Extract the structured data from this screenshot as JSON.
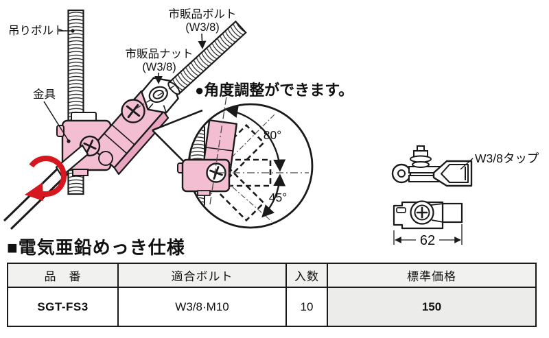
{
  "labels": {
    "hanging_bolt": "吊りボルト",
    "fitting": "金具",
    "nut_line1": "市販品ナット",
    "nut_line2": "(W3/8)",
    "bolt_line1": "市販品ボルト",
    "bolt_line2": "(W3/8)",
    "feature_note": "●角度調整ができます。",
    "angle_top": "80°",
    "angle_bottom": "45°",
    "tap_label": "W3/8タップ",
    "dimension_width": "62"
  },
  "section": {
    "title": "■電気亜鉛めっき仕様"
  },
  "table": {
    "headers": [
      "品　番",
      "適合ボルト",
      "入数",
      "標準価格"
    ],
    "rows": [
      {
        "model": "SGT-FS3",
        "bolt": "W3/8·M10",
        "qty": "10",
        "price": "150"
      }
    ]
  },
  "colors": {
    "pink": "#f3bed1",
    "pink_dark": "#e9a4bf",
    "red": "#d7171f",
    "line": "#1a1a1a"
  }
}
